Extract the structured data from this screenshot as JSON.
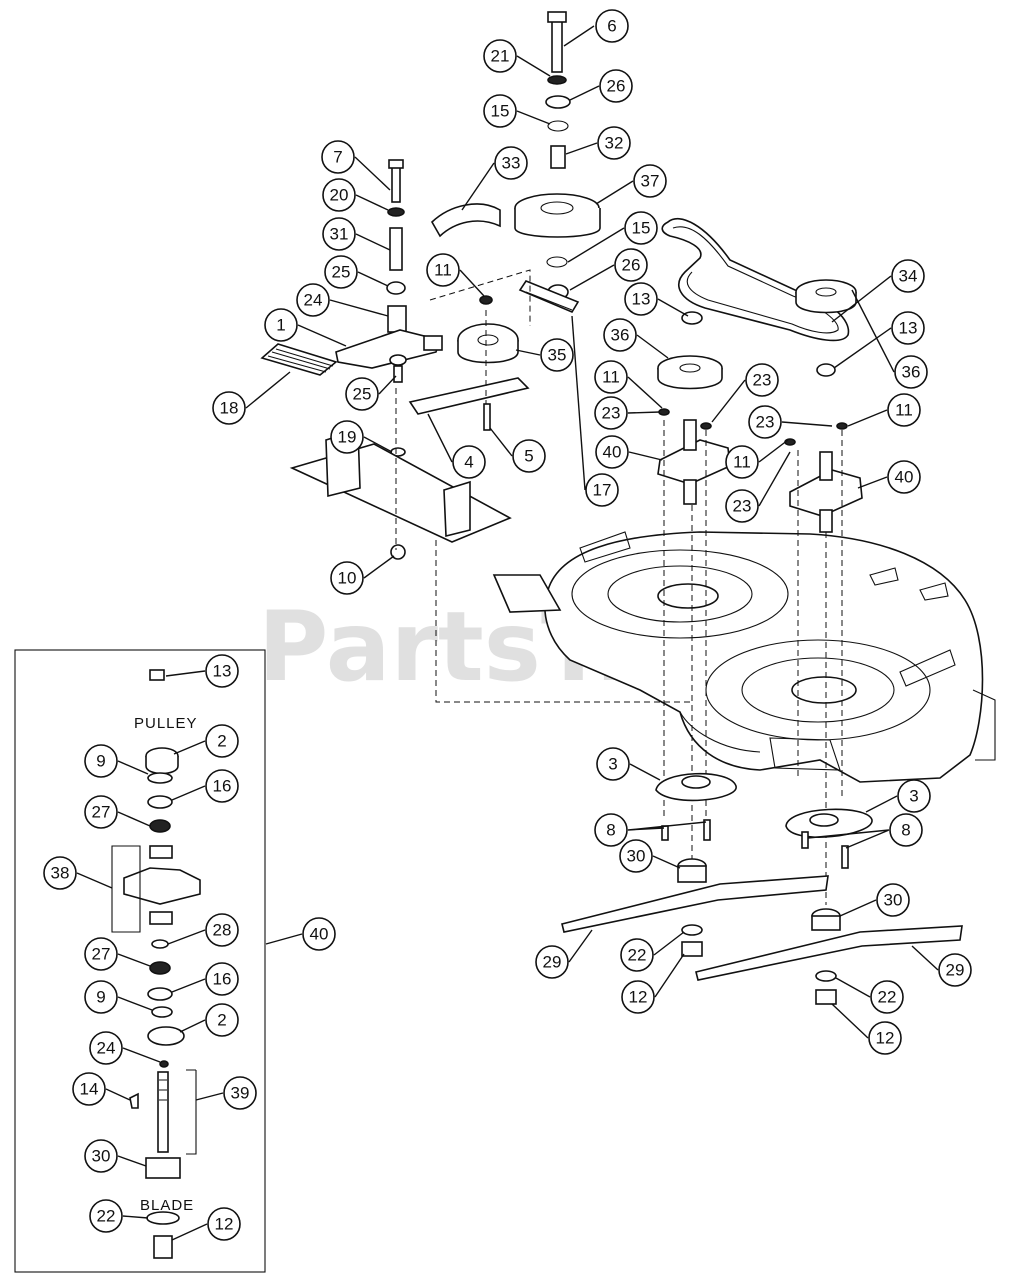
{
  "watermark": "PartsTree",
  "inset": {
    "pulley_label": "PULLEY",
    "blade_label": "BLADE"
  },
  "callouts": {
    "c6": "6",
    "c21": "21",
    "c26a": "26",
    "c15a": "15",
    "c32": "32",
    "c33": "33",
    "c37": "37",
    "c15b": "15",
    "c26b": "26",
    "c7": "7",
    "c20": "20",
    "c31": "31",
    "c25a": "25",
    "c24": "24",
    "c1": "1",
    "c11a": "11",
    "c35": "35",
    "c18": "18",
    "c25b": "25",
    "c19": "19",
    "c4": "4",
    "c5": "5",
    "c17": "17",
    "c10": "10",
    "c34": "34",
    "c13a": "13",
    "c13b": "13",
    "c36a": "36",
    "c36b": "36",
    "c11b": "11",
    "c23a": "23",
    "c23b": "23",
    "c23c": "23",
    "c11c": "11",
    "c11d": "11",
    "c40a": "40",
    "c40b": "40",
    "c23d": "23",
    "c3a": "3",
    "c3b": "3",
    "c8a": "8",
    "c8b": "8",
    "c30a": "30",
    "c30b": "30",
    "c29a": "29",
    "c29b": "29",
    "c22a": "22",
    "c22b": "22",
    "c12a": "12",
    "c12b": "12",
    "i13": "13",
    "i2a": "2",
    "i9a": "9",
    "i16a": "16",
    "i27a": "27",
    "i38": "38",
    "i28": "28",
    "i27b": "27",
    "i16b": "16",
    "i9b": "9",
    "i2b": "2",
    "i24": "24",
    "i14": "14",
    "i39": "39",
    "i30": "30",
    "i22": "22",
    "i12": "12",
    "i40": "40"
  }
}
